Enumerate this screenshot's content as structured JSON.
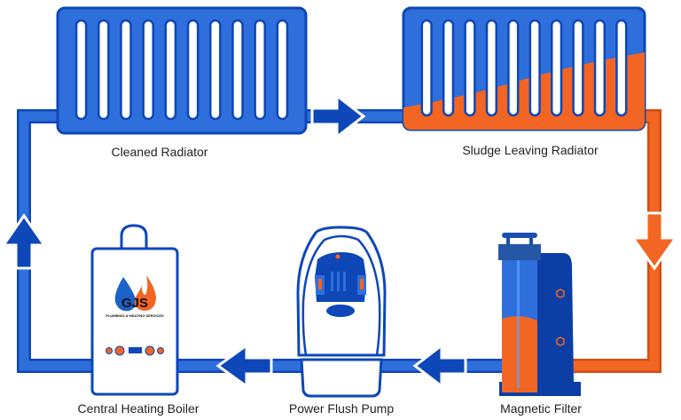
{
  "labels": {
    "cleaned_radiator": "Cleaned Radiator",
    "sludge_radiator": "Sludge Leaving Radiator",
    "boiler": "Central Heating Boiler",
    "pump": "Power Flush Pump",
    "filter": "Magnetic Filter"
  },
  "logo": {
    "initials": "GJS",
    "tagline": "PLUMBING & HEATING SERVICES"
  },
  "colors": {
    "clean_water": "#2f6fdc",
    "outline": "#0d47b8",
    "sludge": "#f26522",
    "dark_blue": "#0b3fa6"
  },
  "flow_arrows": [
    "arrow-right",
    "arrow-down",
    "arrow-left",
    "arrow-left",
    "arrow-up"
  ]
}
